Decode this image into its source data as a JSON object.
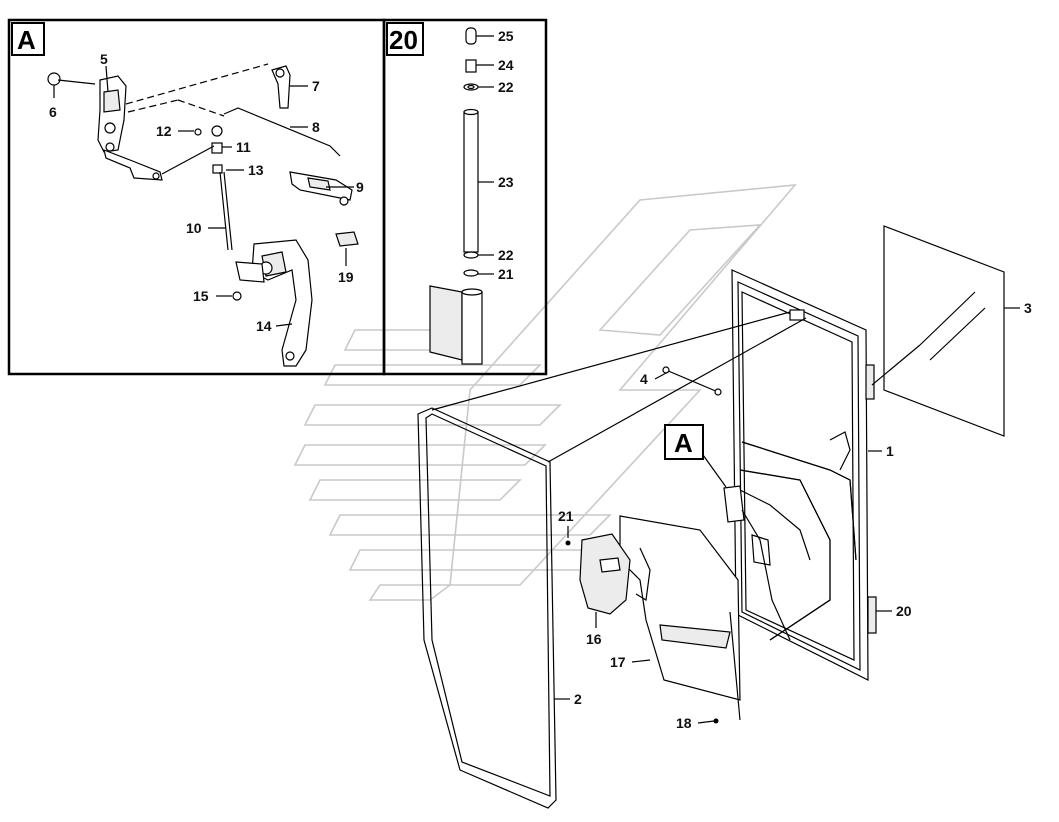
{
  "detail_boxes": {
    "A": "A",
    "B": "20",
    "callout_A": "A"
  },
  "parts": {
    "p1": "1",
    "p2": "2",
    "p3": "3",
    "p4": "4",
    "p5": "5",
    "p6": "6",
    "p7": "7",
    "p8": "8",
    "p9": "9",
    "p10": "10",
    "p11": "11",
    "p12": "12",
    "p13": "13",
    "p14": "14",
    "p15": "15",
    "p16": "16",
    "p17": "17",
    "p18": "18",
    "p19": "19",
    "p20": "20",
    "p21a": "21",
    "p21b": "21",
    "p22a": "22",
    "p22b": "22",
    "p23": "23",
    "p24": "24",
    "p25": "25"
  }
}
